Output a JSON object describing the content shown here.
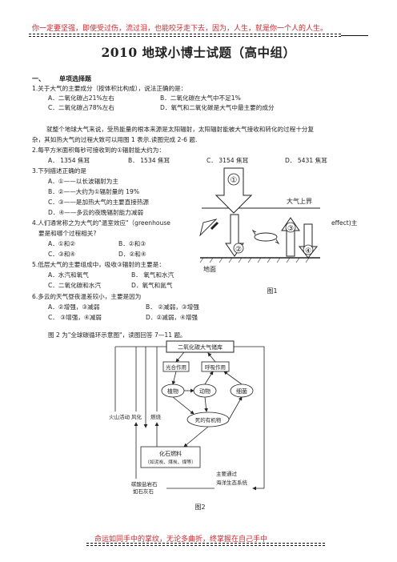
{
  "header": {
    "motto_top": "你一定要坚强，即使受过伤，流过泪，也能咬牙走下去，因为，人生，就是你一个人的人生。",
    "motto_bottom": "命运如同手中的掌纹，无论多曲折，终掌握在自己手中"
  },
  "title": "2010   地球小博士试题（高中组）",
  "section1": {
    "num": "一、",
    "name": "单项选择题"
  },
  "q1": {
    "stem": "1.关于大气的主要成分（按体积比构成），说法正确的是：",
    "a": "A．二氧化碳占21%左右",
    "b": "B．二氧化碳在大气中不足1%",
    "c": "C．二氧化碳占78%左右",
    "d": "D．氧气和二氧化碳是大气中最主要的成分"
  },
  "intro1": {
    "line1": "就整个地球大气来说，受热能量的根本来源是太阳辐射，太阳辐射能被大气接收和转化的过程十分复",
    "line2": "杂，其如热大气的过程大致可以用图 1 表示.读图完成 2-6 题."
  },
  "q2": {
    "stem": "2.每平方米面积每秒可接收到的①辐射能大约为：",
    "a": "A． 1354 焦耳",
    "b": "B． 1534 焦耳",
    "c": "C． 3154 焦耳",
    "d": "D． 5431 焦耳"
  },
  "q3": {
    "stem": "3.下列描述正确的是",
    "a": "A．①——以长波辐射为主",
    "b": "B．②——大约为①辐射量的 19%",
    "c": "C．③——是加热大气的主要直接热源",
    "d": "D．④——多云的夜晚辐射能力减弱"
  },
  "q4": {
    "stem": "4.人们通常称之为大气的\"温室效应\"（greenhouse",
    "stem_end": "effect)主",
    "stem2": "要是和哪个过程相关?",
    "a": "A．①和②",
    "b": "B．②和③",
    "c": "C．③和④",
    "d": "D．②和④"
  },
  "q5": {
    "stem": "5.低层大气的主要组成中，吸收③辐射的主要是：",
    "a": "A．水汽和氧气",
    "b": "B．  氧气和水汽",
    "c": "C．二氧化碳和水汽",
    "d": "D．氧气和氮气"
  },
  "q6": {
    "stem": "6.多云的天气昼夜温差较小，主要是因为",
    "a": "A．②增强，③减弱",
    "b": "B．  ②减弱，③增强",
    "c": "C．  ③增强，④减弱",
    "d": "D．②减弱，④增强"
  },
  "intro2": "图 2 为\"全球碳循环示意图\"，读图回答 7—11 题。",
  "fig1": {
    "caption": "图1",
    "top_label": "大气上界",
    "ground_label": "地面",
    "n1": "①",
    "n2": "②",
    "n3": "③",
    "n4": "④"
  },
  "fig2": {
    "caption": "图2",
    "box_top": "二氧化碳大气储库",
    "guanghe": "光合作用",
    "huxi": "呼吸作用",
    "zhiwu": "植物",
    "dongwu": "动物",
    "xijun": "细菌",
    "siwang": "死的有机物",
    "huoshan": "火山活动",
    "fenghua": "风化",
    "ranshao": "燃烧",
    "huashi": "化石燃料",
    "huashi_sub": "（如泥炭、煤炭、煤等）",
    "tansuan1": "碳酸盐岩石",
    "tansuan2": "如石灰石",
    "zhuyao": "主要通过",
    "haiyang": "海洋生态系统"
  }
}
